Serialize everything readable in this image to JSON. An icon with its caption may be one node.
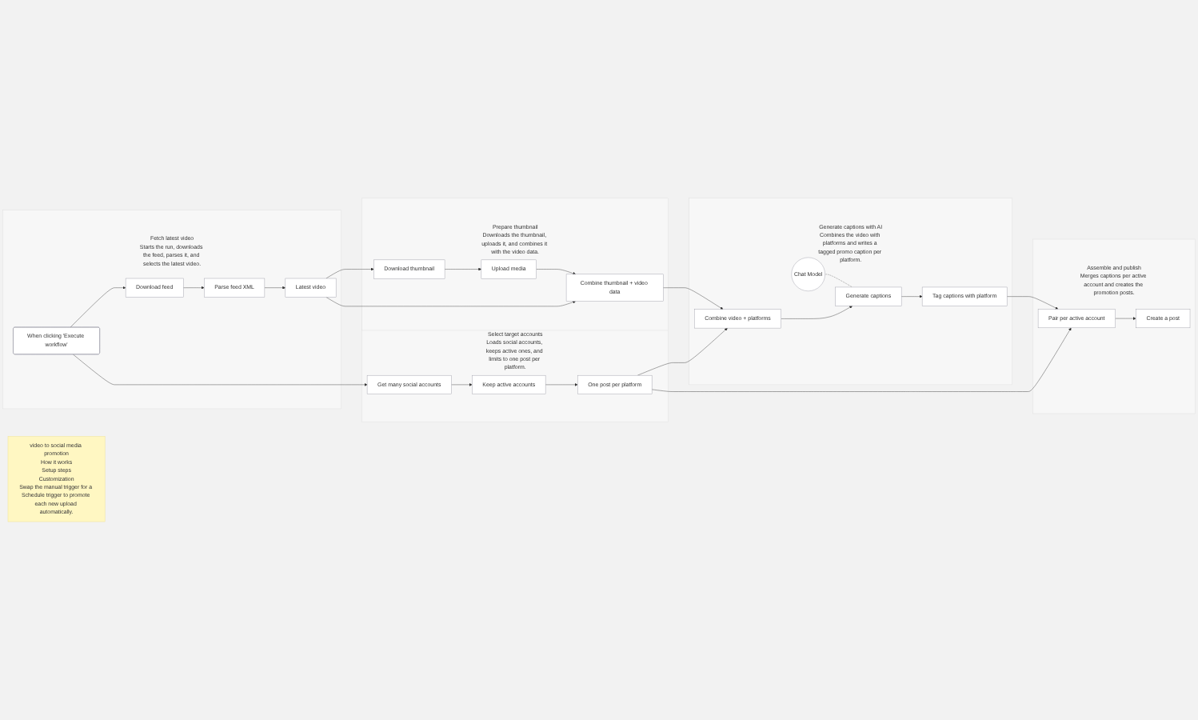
{
  "diagram": {
    "nodes": [
      {
        "text": [
          "video to social media promotion",
          "How it works",
          "Setup steps",
          "Customization",
          "Swap the manual trigger for a Schedule trigger to promote each new upload automatically."
        ]
      },
      {
        "text": [
          "Fetch latest video",
          "Starts the run, downloads the feed, parses it, and selects the latest video."
        ]
      },
      {
        "text": [
          "When clicking 'Execute workflow'"
        ],
        "in": 1
      },
      {
        "text": [
          "Download feed"
        ],
        "in": 1
      },
      {
        "text": [
          "Parse feed XML"
        ],
        "in": 1
      },
      {
        "text": [
          "Latest video"
        ],
        "in": 1
      },
      {
        "text": [
          "Prepare thumbnail",
          "Downloads the thumbnail, uploads it, and combines it with the video data."
        ]
      },
      {
        "text": [
          "Download thumbnail"
        ],
        "in": 6
      },
      {
        "text": [
          "Upload media"
        ],
        "in": 6
      },
      {
        "text": [
          "Combine thumbnail + video data"
        ],
        "in": 6
      },
      {
        "text": [
          "Select target accounts",
          "Loads social accounts, keeps active ones, and limits to one post per platform."
        ]
      },
      {
        "text": [
          "Get many social accounts"
        ],
        "in": 10
      },
      {
        "text": [
          "Keep active accounts"
        ],
        "in": 10
      },
      {
        "text": [
          "One post per platform"
        ],
        "in": 10
      },
      {
        "text": [
          "Generate captions with AI",
          "Combines the video with platforms and writes a tagged promo caption per platform."
        ]
      },
      {
        "text": [
          "Combine video + platforms"
        ],
        "in": 14
      },
      {
        "text": [
          "Generate captions"
        ],
        "in": 14
      },
      {
        "text": [
          "Chat Model"
        ],
        "in": 14
      },
      {
        "text": [
          "Tag captions with platform"
        ],
        "in": 14
      },
      {
        "text": [
          "Assemble and publish",
          "Merges captions per active account and creates the promotion posts."
        ]
      },
      {
        "text": [
          "Pair per active account"
        ],
        "in": 19
      },
      {
        "text": [
          "Create a post"
        ],
        "in": 19
      }
    ],
    "edges": [
      {
        "from": 2,
        "to": 3,
        "arrow": "to"
      },
      {
        "from": 2,
        "to": 11,
        "arrow": "to"
      },
      {
        "from": 3,
        "to": 4,
        "arrow": "to"
      },
      {
        "from": 4,
        "to": 5,
        "arrow": "to"
      },
      {
        "from": 5,
        "to": 7,
        "arrow": "to"
      },
      {
        "from": 5,
        "to": 9,
        "arrow": "to"
      },
      {
        "from": 7,
        "to": 8,
        "arrow": "to"
      },
      {
        "from": 8,
        "to": 9,
        "arrow": "to"
      },
      {
        "from": 9,
        "to": 15,
        "arrow": "to"
      },
      {
        "from": 11,
        "to": 12,
        "arrow": "to"
      },
      {
        "from": 12,
        "to": 13,
        "arrow": "to"
      },
      {
        "from": 13,
        "to": 15,
        "arrow": "to"
      },
      {
        "from": 13,
        "to": 20,
        "arrow": "to"
      },
      {
        "from": 15,
        "to": 16,
        "arrow": "to"
      },
      {
        "from": 17,
        "to": 16,
        "arrow": "none",
        "style": "dashed"
      },
      {
        "from": 16,
        "to": 18,
        "arrow": "to"
      },
      {
        "from": 18,
        "to": 20,
        "arrow": "to"
      },
      {
        "from": 20,
        "to": 21,
        "arrow": "to"
      }
    ]
  }
}
